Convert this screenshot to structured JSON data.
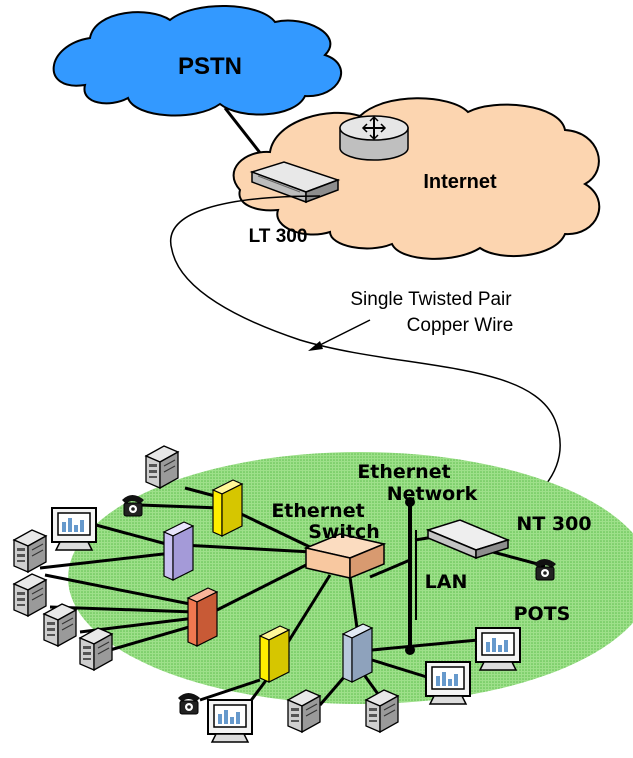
{
  "labels": {
    "pstn": "PSTN",
    "internet": "Internet",
    "lt300": "LT 300",
    "wire_line1": "Single Twisted Pair",
    "wire_line2": "Copper Wire",
    "ethernet_network_line1": "Ethernet",
    "ethernet_network_line2": "Network",
    "ethernet_switch_line1": "Ethernet",
    "ethernet_switch_line2": "Switch",
    "nt300": "NT 300",
    "lan": "LAN",
    "pots": "POTS"
  },
  "colors": {
    "pstn_cloud": "#3399ff",
    "internet_cloud": "#fcd5b0",
    "lan_ellipse": "#88d878",
    "hub_yellow": "#ffee00",
    "hub_lavender": "#c8c0f0",
    "hub_orange": "#f07850",
    "hub_gray": "#b8c8dc",
    "switch": "#f8c8a0"
  },
  "icons": [
    "router-icon",
    "modem-icon",
    "telephone-icon",
    "monitor-icon",
    "workstation-icon",
    "hub-icon",
    "switch-icon"
  ]
}
